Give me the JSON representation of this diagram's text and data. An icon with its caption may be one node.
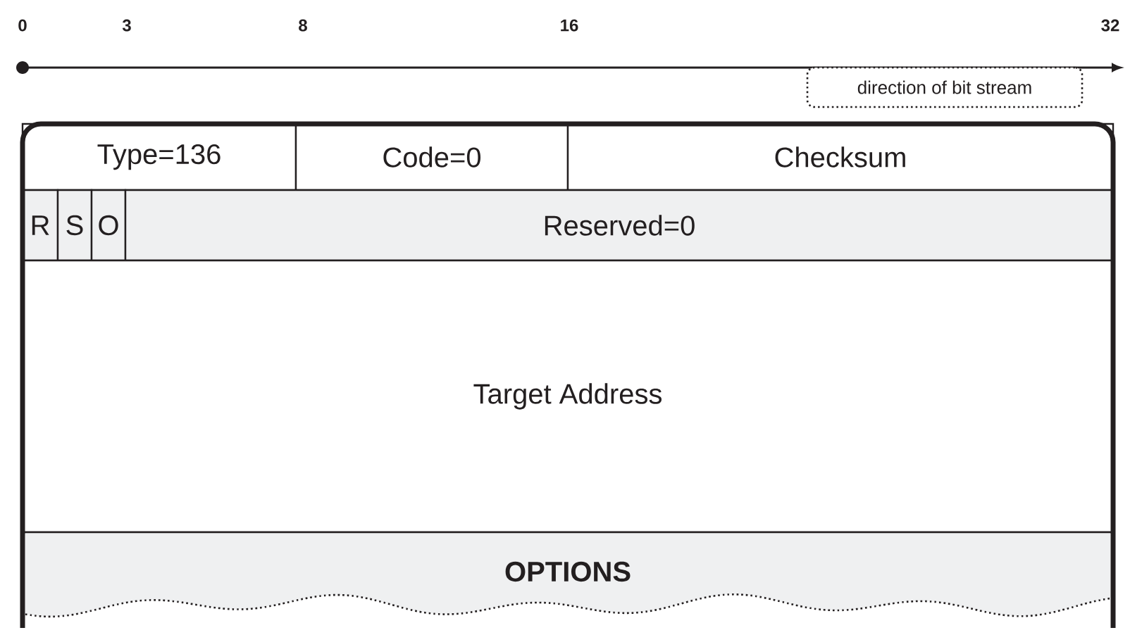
{
  "diagram": {
    "nodes": [
      {
        "text": [
          "Type=136"
        ]
      },
      {
        "text": [
          "Code=0"
        ]
      },
      {
        "text": [
          "Checksum"
        ]
      },
      {
        "text": [
          "R"
        ]
      },
      {
        "text": [
          "S"
        ]
      },
      {
        "text": [
          "O"
        ]
      },
      {
        "text": [
          "Reserved=0"
        ]
      },
      {
        "text": [
          "Target Address"
        ]
      },
      {
        "text": [
          "OPTIONS"
        ]
      },
      {
        "text": [
          "direction of bit stream"
        ]
      }
    ],
    "labels": [
      "0",
      "3",
      "8",
      "16",
      "32"
    ]
  }
}
